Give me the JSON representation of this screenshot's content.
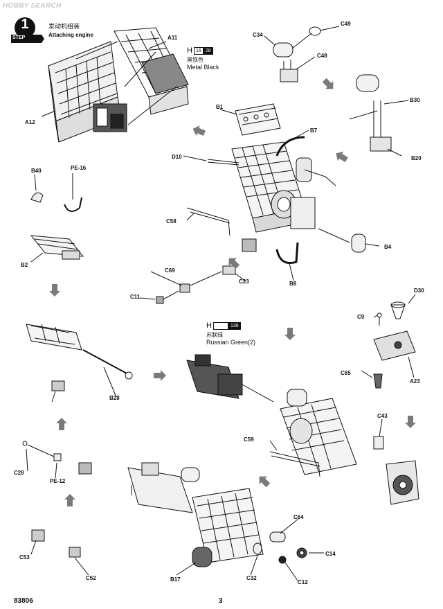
{
  "watermark": "HOBBY SEARCH",
  "step": {
    "word": "STEP",
    "number": "1",
    "title_cn": "发动机组装",
    "title_en": "Attaching engine"
  },
  "colors": [
    {
      "letter": "H",
      "num1": "16",
      "num2": "28",
      "name_cn": "黑铁色",
      "name_en": "Metal  Black"
    },
    {
      "letter": "H",
      "num1": "136",
      "name_cn": "苏联绿",
      "name_en": "Russian Green(2)"
    }
  ],
  "parts": {
    "A11": "A11",
    "A12": "A12",
    "C34": "C34",
    "C49": "C49",
    "C48": "C48",
    "B30": "B30",
    "B20": "B20",
    "B1": "B1",
    "B7": "B7",
    "D10": "D10",
    "B40": "B40",
    "PE16": "PE-16",
    "B2": "B2",
    "C58": "C58",
    "B4": "B4",
    "C69": "C69",
    "C23": "C23",
    "C11": "C11",
    "B8": "B8",
    "C9": "C9",
    "D30": "D30",
    "A23": "A23",
    "C65": "C65",
    "B28": "B28",
    "C43": "C43",
    "C59": "C59",
    "C28": "C28",
    "PE12": "PE-12",
    "C53": "C53",
    "C52": "C52",
    "C64": "C64",
    "C14": "C14",
    "B17": "B17",
    "C32": "C32",
    "C12": "C12"
  },
  "footer": {
    "code": "83806",
    "page": "3"
  },
  "ink_color": "#111111",
  "arrow_color": "#7a7a7a"
}
